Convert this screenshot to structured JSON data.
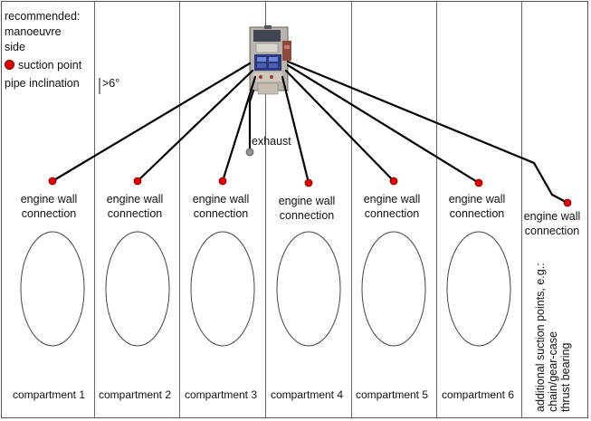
{
  "legend": {
    "recommended_line1": "recommended:",
    "recommended_line2": "manoeuvre",
    "recommended_line3": "side",
    "suction_point": "suction point",
    "pipe_inclination": "pipe inclination",
    "inclination_value": ">6°"
  },
  "exhaust_label": "exhaust",
  "wall_connection": {
    "line1": "engine wall",
    "line2": "connection"
  },
  "compartments": [
    "compartment 1",
    "compartment 2",
    "compartment 3",
    "compartment 4",
    "compartment 5",
    "compartment 6"
  ],
  "additional": {
    "line1": "additional suction points, e.g.:",
    "line2": "chain/gear-case",
    "line3": "thrust bearing"
  },
  "colors": {
    "suction_point": "#e00000",
    "exhaust_point": "#888888",
    "pipe": "#000000",
    "grid": "#555555"
  }
}
